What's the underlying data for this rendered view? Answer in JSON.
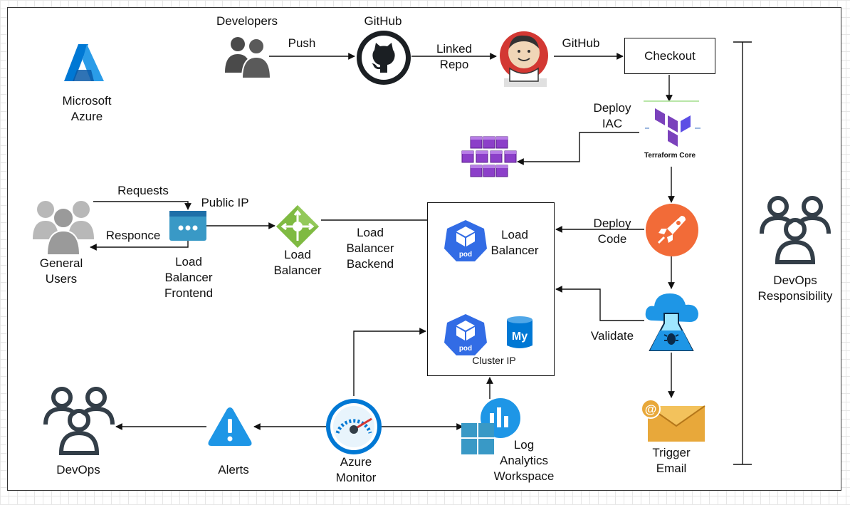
{
  "azure": {
    "label": "Microsoft\nAzure"
  },
  "developers": {
    "label": "Developers"
  },
  "github": {
    "label": "GitHub"
  },
  "edges": {
    "push": "Push",
    "linked_repo": "Linked\nRepo",
    "github_checkout": "GitHub",
    "deploy_iac": "Deploy\nIAC",
    "requests": "Requests",
    "responce": "Responce",
    "lb_backend": "Load\nBalancer\nBackend",
    "deploy_code": "Deploy\nCode",
    "validate": "Validate"
  },
  "checkout": {
    "label": "Checkout"
  },
  "terraform": {
    "label": "Terraform Core"
  },
  "users": {
    "label": "General\nUsers"
  },
  "public_ip": {
    "label": "Public IP"
  },
  "lb_frontend": {
    "label": "Load\nBalancer\nFrontend"
  },
  "load_balancer": {
    "label": "Load\nBalancer"
  },
  "cluster": {
    "pod_label": "pod",
    "lb_label": "Load\nBalancer",
    "cluster_ip_label": "Cluster IP",
    "mysql_label": "My"
  },
  "trigger_email": {
    "label": "Trigger\nEmail"
  },
  "devops_resp": {
    "label": "DevOps\nResponsibility"
  },
  "devops": {
    "label": "DevOps"
  },
  "alerts": {
    "label": "Alerts"
  },
  "azure_monitor": {
    "label": "Azure\nMonitor"
  },
  "log_analytics": {
    "label": "Log\nAnalytics\nWorkspace"
  },
  "colors": {
    "azure_blue": "#0078d4",
    "k8s_blue": "#326ce5",
    "terraform_purple": "#7b42bc",
    "aks_purple": "#8c3fc9",
    "lb_green": "#7fba42",
    "deploy_orange": "#f26b38",
    "email_gold": "#e8a83a",
    "alert_blue": "#1e96e6",
    "dark_icon": "#333e48"
  }
}
